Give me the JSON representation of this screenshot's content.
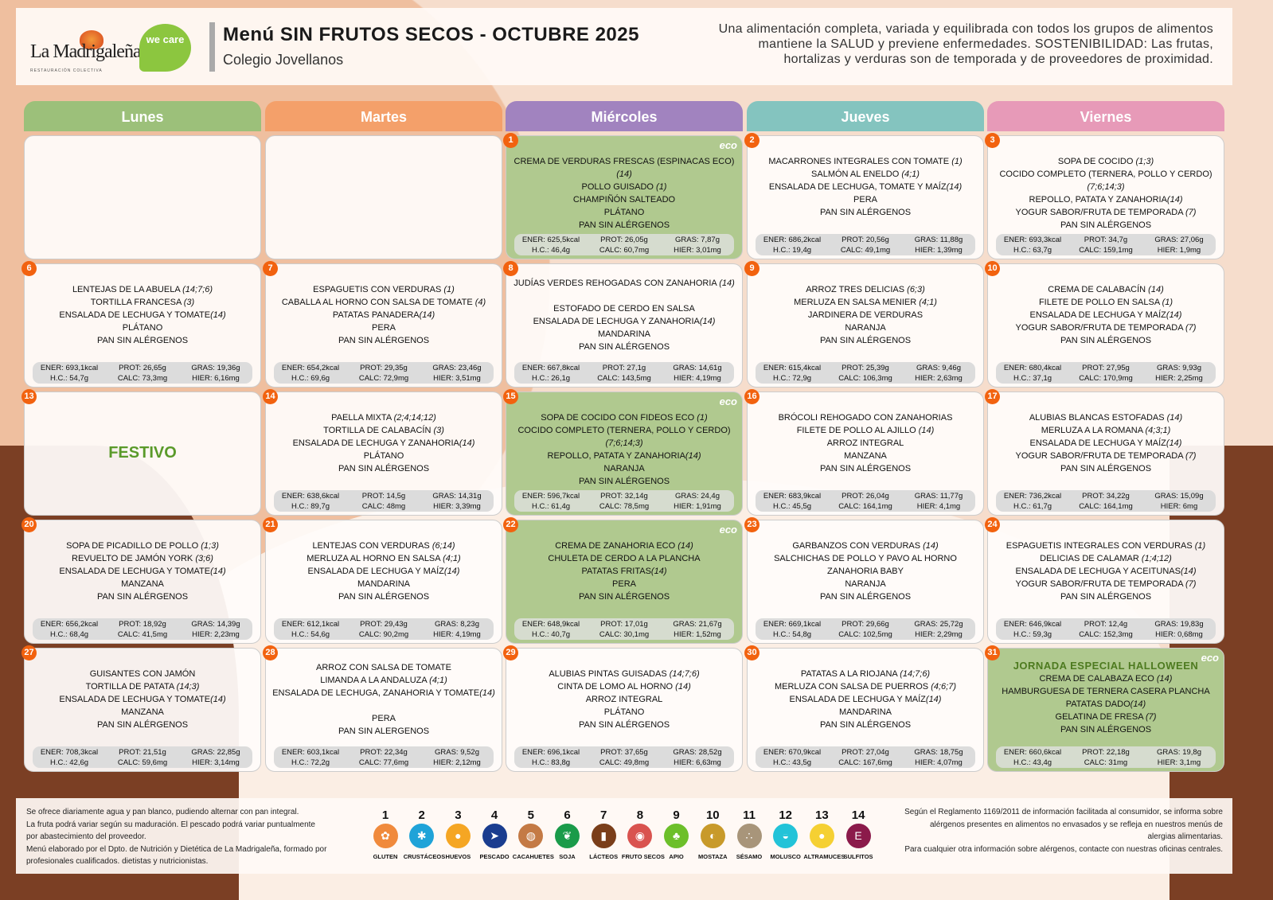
{
  "header": {
    "logo": "La Madrigaleña",
    "logo_sub": "RESTAURACIÓN COLECTIVA",
    "wecare": "we care",
    "title": "Menú SIN FRUTOS SECOS - OCTUBRE 2025",
    "subtitle": "Colegio Jovellanos",
    "slogan": "Una alimentación completa, variada y equilibrada con todos los grupos de alimentos mantiene la SALUD y previene enfermedades. SOSTENIBILIDAD: Las frutas, hortalizas y verduras son de temporada y de proveedores de proximidad."
  },
  "days": [
    {
      "label": "Lunes",
      "color": "#9cc07a"
    },
    {
      "label": "Martes",
      "color": "#f4a06a"
    },
    {
      "label": "Miércoles",
      "color": "#a183bf"
    },
    {
      "label": "Jueves",
      "color": "#84c4bf"
    },
    {
      "label": "Viernes",
      "color": "#e79ab8"
    }
  ],
  "eco_label": "eco",
  "nut_labels": [
    "ENER: ",
    "PROT: ",
    "GRAS: ",
    "H.C.: ",
    "CALC: ",
    "HIER: "
  ],
  "weeks": [
    [
      {
        "empty": true
      },
      {
        "empty": true
      },
      {
        "day": "1",
        "green": true,
        "eco": true,
        "lines": [
          [
            "CREMA DE VERDURAS FRESCAS (ESPINACAS ECO) ",
            "(14)"
          ],
          [
            "POLLO GUISADO ",
            "(1)"
          ],
          [
            "CHAMPIÑÓN SALTEADO",
            ""
          ],
          [
            "PLÁTANO",
            ""
          ],
          [
            "PAN SIN ALÉRGENOS",
            ""
          ]
        ],
        "nut": [
          "625,5kcal",
          "26,05g",
          "7,87g",
          "46,4g",
          "60,7mg",
          "3,01mg"
        ]
      },
      {
        "day": "2",
        "lines": [
          [
            "MACARRONES INTEGRALES CON TOMATE ",
            "(1)"
          ],
          [
            "SALMÓN AL ENELDO ",
            "(4;1)"
          ],
          [
            "ENSALADA DE LECHUGA, TOMATE Y MAÍZ",
            "(14)"
          ],
          [
            "PERA",
            ""
          ],
          [
            "PAN SIN ALÉRGENOS",
            ""
          ]
        ],
        "nut": [
          "686,2kcal",
          "20,56g",
          "11,88g",
          "19,4g",
          "49,1mg",
          "1,39mg"
        ]
      },
      {
        "day": "3",
        "lines": [
          [
            "SOPA DE COCIDO ",
            "(1;3)"
          ],
          [
            "COCIDO COMPLETO (TERNERA, POLLO Y CERDO) ",
            "(7;6;14;3)"
          ],
          [
            "REPOLLO, PATATA Y ZANAHORIA",
            "(14)"
          ],
          [
            "YOGUR SABOR/FRUTA DE TEMPORADA ",
            "(7)"
          ],
          [
            "PAN SIN ALÉRGENOS",
            ""
          ]
        ],
        "nut": [
          "693,3kcal",
          "34,7g",
          "27,06g",
          "63,7g",
          "159,1mg",
          "1,9mg"
        ]
      }
    ],
    [
      {
        "day": "6",
        "lines": [
          [
            "LENTEJAS DE LA ABUELA ",
            "(14;7;6)"
          ],
          [
            "TORTILLA FRANCESA ",
            "(3)"
          ],
          [
            "ENSALADA DE LECHUGA Y TOMATE",
            "(14)"
          ],
          [
            "PLÁTANO",
            ""
          ],
          [
            "PAN SIN ALÉRGENOS",
            ""
          ]
        ],
        "nut": [
          "693,1kcal",
          "26,65g",
          "19,36g",
          "54,7g",
          "73,3mg",
          "6,16mg"
        ]
      },
      {
        "day": "7",
        "lines": [
          [
            "ESPAGUETIS CON VERDURAS ",
            "(1)"
          ],
          [
            "CABALLA AL HORNO CON SALSA DE TOMATE ",
            "(4)"
          ],
          [
            "PATATAS PANADERA",
            "(14)"
          ],
          [
            "PERA",
            ""
          ],
          [
            "PAN SIN ALÉRGENOS",
            ""
          ]
        ],
        "nut": [
          "654,2kcal",
          "29,35g",
          "23,46g",
          "69,6g",
          "72,9mg",
          "3,51mg"
        ]
      },
      {
        "day": "8",
        "lines": [
          [
            "JUDÍAS VERDES REHOGADAS CON ZANAHORIA ",
            "(14)"
          ],
          [
            "",
            ""
          ],
          [
            "ESTOFADO DE CERDO EN SALSA",
            ""
          ],
          [
            "ENSALADA DE LECHUGA Y ZANAHORIA",
            "(14)"
          ],
          [
            "MANDARINA",
            ""
          ],
          [
            "PAN SIN ALÉRGENOS",
            ""
          ]
        ],
        "nut": [
          "667,8kcal",
          "27,1g",
          "14,61g",
          "26,1g",
          "143,5mg",
          "4,19mg"
        ]
      },
      {
        "day": "9",
        "lines": [
          [
            "ARROZ TRES DELICIAS ",
            "(6;3)"
          ],
          [
            "MERLUZA EN SALSA MENIER ",
            "(4;1)"
          ],
          [
            "JARDINERA DE VERDURAS",
            ""
          ],
          [
            "NARANJA",
            ""
          ],
          [
            "PAN SIN ALÉRGENOS",
            ""
          ]
        ],
        "nut": [
          "615,4kcal",
          "25,39g",
          "9,46g",
          "72,9g",
          "106,3mg",
          "2,63mg"
        ]
      },
      {
        "day": "10",
        "lines": [
          [
            "CREMA DE CALABACÍN ",
            "(14)"
          ],
          [
            "FILETE DE POLLO EN SALSA ",
            "(1)"
          ],
          [
            "ENSALADA DE LECHUGA Y MAÍZ",
            "(14)"
          ],
          [
            "YOGUR SABOR/FRUTA DE TEMPORADA ",
            "(7)"
          ],
          [
            "PAN SIN ALÉRGENOS",
            ""
          ]
        ],
        "nut": [
          "680,4kcal",
          "27,95g",
          "9,93g",
          "37,1g",
          "170,9mg",
          "2,25mg"
        ]
      }
    ],
    [
      {
        "day": "13",
        "festivo": "FESTIVO"
      },
      {
        "day": "14",
        "lines": [
          [
            "PAELLA MIXTA ",
            "(2;4;14;12)"
          ],
          [
            "TORTILLA DE CALABACÍN ",
            "(3)"
          ],
          [
            "ENSALADA DE LECHUGA Y ZANAHORIA",
            "(14)"
          ],
          [
            "PLÁTANO",
            ""
          ],
          [
            "PAN SIN ALÉRGENOS",
            ""
          ]
        ],
        "nut": [
          "638,6kcal",
          "14,5g",
          "14,31g",
          "89,7g",
          "48mg",
          "3,39mg"
        ]
      },
      {
        "day": "15",
        "green": true,
        "eco": true,
        "lines": [
          [
            "SOPA DE COCIDO CON FIDEOS ECO ",
            "(1)"
          ],
          [
            "COCIDO COMPLETO (TERNERA, POLLO Y CERDO) ",
            "(7;6;14;3)"
          ],
          [
            "REPOLLO, PATATA Y ZANAHORIA",
            "(14)"
          ],
          [
            "NARANJA",
            ""
          ],
          [
            "PAN SIN ALÉRGENOS",
            ""
          ]
        ],
        "nut": [
          "596,7kcal",
          "32,14g",
          "24,4g",
          "61,4g",
          "78,5mg",
          "1,91mg"
        ]
      },
      {
        "day": "16",
        "lines": [
          [
            "BRÓCOLI REHOGADO CON ZANAHORIAS",
            ""
          ],
          [
            "FILETE DE POLLO AL AJILLO ",
            "(14)"
          ],
          [
            "ARROZ INTEGRAL",
            ""
          ],
          [
            "MANZANA",
            ""
          ],
          [
            "PAN SIN ALÉRGENOS",
            ""
          ]
        ],
        "nut": [
          "683,9kcal",
          "26,04g",
          "11,77g",
          "45,5g",
          "164,1mg",
          "4,1mg"
        ]
      },
      {
        "day": "17",
        "lines": [
          [
            "ALUBIAS BLANCAS ESTOFADAS ",
            "(14)"
          ],
          [
            "MERLUZA A LA ROMANA ",
            "(4;3;1)"
          ],
          [
            "ENSALADA DE LECHUGA Y MAÍZ",
            "(14)"
          ],
          [
            "YOGUR SABOR/FRUTA DE TEMPORADA ",
            "(7)"
          ],
          [
            "PAN SIN ALÉRGENOS",
            ""
          ]
        ],
        "nut": [
          "736,2kcal",
          "34,22g",
          "15,09g",
          "61,7g",
          "164,1mg",
          "6mg"
        ]
      }
    ],
    [
      {
        "day": "20",
        "lines": [
          [
            "SOPA DE PICADILLO DE POLLO ",
            "(1;3)"
          ],
          [
            "REVUELTO DE JAMÓN YORK ",
            "(3;6)"
          ],
          [
            "ENSALADA DE LECHUGA Y TOMATE",
            "(14)"
          ],
          [
            "MANZANA",
            ""
          ],
          [
            "PAN SIN ALÉRGENOS",
            ""
          ]
        ],
        "nut": [
          "656,2kcal",
          "18,92g",
          "14,39g",
          "68,4g",
          "41,5mg",
          "2,23mg"
        ]
      },
      {
        "day": "21",
        "lines": [
          [
            "LENTEJAS CON VERDURAS ",
            "(6;14)"
          ],
          [
            "MERLUZA AL HORNO EN SALSA ",
            "(4;1)"
          ],
          [
            "ENSALADA DE LECHUGA Y MAÍZ",
            "(14)"
          ],
          [
            "MANDARINA",
            ""
          ],
          [
            "PAN SIN ALÉRGENOS",
            ""
          ]
        ],
        "nut": [
          "612,1kcal",
          "29,43g",
          "8,23g",
          "54,6g",
          "90,2mg",
          "4,19mg"
        ]
      },
      {
        "day": "22",
        "green": true,
        "eco": true,
        "lines": [
          [
            "CREMA DE ZANAHORIA ECO ",
            "(14)"
          ],
          [
            "CHULETA DE CERDO A LA PLANCHA",
            ""
          ],
          [
            "PATATAS FRITAS",
            "(14)"
          ],
          [
            "PERA",
            ""
          ],
          [
            "PAN SIN ALÉRGENOS",
            ""
          ]
        ],
        "nut": [
          "648,9kcal",
          "17,01g",
          "21,67g",
          "40,7g",
          "30,1mg",
          "1,52mg"
        ]
      },
      {
        "day": "23",
        "lines": [
          [
            "GARBANZOS CON VERDURAS ",
            "(14)"
          ],
          [
            "SALCHICHAS DE POLLO Y PAVO AL HORNO",
            ""
          ],
          [
            "ZANAHORIA BABY",
            ""
          ],
          [
            "NARANJA",
            ""
          ],
          [
            "PAN SIN ALÉRGENOS",
            ""
          ]
        ],
        "nut": [
          "669,1kcal",
          "29,66g",
          "25,72g",
          "54,8g",
          "102,5mg",
          "2,29mg"
        ]
      },
      {
        "day": "24",
        "lines": [
          [
            "ESPAGUETIS INTEGRALES CON VERDURAS ",
            "(1)"
          ],
          [
            "DELICIAS DE CALAMAR ",
            "(1;4;12)"
          ],
          [
            "ENSALADA DE LECHUGA Y ACEITUNAS",
            "(14)"
          ],
          [
            "YOGUR SABOR/FRUTA DE TEMPORADA ",
            "(7)"
          ],
          [
            "PAN SIN ALÉRGENOS",
            ""
          ]
        ],
        "nut": [
          "646,9kcal",
          "12,4g",
          "19,83g",
          "59,3g",
          "152,3mg",
          "0,68mg"
        ]
      }
    ],
    [
      {
        "day": "27",
        "lines": [
          [
            "GUISANTES CON JAMÓN",
            ""
          ],
          [
            "TORTILLA DE PATATA ",
            "(14;3)"
          ],
          [
            "ENSALADA DE LECHUGA Y TOMATE",
            "(14)"
          ],
          [
            "MANZANA",
            ""
          ],
          [
            "PAN SIN ALÉRGENOS",
            ""
          ]
        ],
        "nut": [
          "708,3kcal",
          "21,51g",
          "22,85g",
          "42,6g",
          "59,6mg",
          "3,14mg"
        ]
      },
      {
        "day": "28",
        "lines": [
          [
            "ARROZ CON SALSA DE TOMATE",
            ""
          ],
          [
            "LIMANDA A LA ANDALUZA ",
            "(4;1)"
          ],
          [
            "ENSALADA DE LECHUGA, ZANAHORIA Y TOMATE",
            "(14)"
          ],
          [
            "",
            ""
          ],
          [
            "PERA",
            ""
          ],
          [
            "PAN SIN ALERGENOS",
            ""
          ]
        ],
        "nut": [
          "603,1kcal",
          "22,34g",
          "9,52g",
          "72,2g",
          "77,6mg",
          "2,12mg"
        ]
      },
      {
        "day": "29",
        "lines": [
          [
            "ALUBIAS PINTAS GUISADAS ",
            "(14;7;6)"
          ],
          [
            "CINTA DE LOMO AL HORNO ",
            "(14)"
          ],
          [
            "ARROZ INTEGRAL",
            ""
          ],
          [
            "PLÁTANO",
            ""
          ],
          [
            "PAN SIN ALÉRGENOS",
            ""
          ]
        ],
        "nut": [
          "696,1kcal",
          "37,65g",
          "28,52g",
          "83,8g",
          "49,8mg",
          "6,63mg"
        ]
      },
      {
        "day": "30",
        "lines": [
          [
            "PATATAS A LA RIOJANA ",
            "(14;7;6)"
          ],
          [
            "MERLUZA CON SALSA DE PUERROS ",
            "(4;6;7)"
          ],
          [
            "ENSALADA DE LECHUGA Y MAÍZ",
            "(14)"
          ],
          [
            "MANDARINA",
            ""
          ],
          [
            "PAN SIN ALÉRGENOS",
            ""
          ]
        ],
        "nut": [
          "670,9kcal",
          "27,04g",
          "18,75g",
          "43,5g",
          "167,6mg",
          "4,07mg"
        ]
      },
      {
        "day": "31",
        "green": true,
        "eco": true,
        "special": "JORNADA ESPECIAL HALLOWEEN",
        "lines": [
          [
            "CREMA DE CALABAZA ECO ",
            "(14)"
          ],
          [
            "HAMBURGUESA DE TERNERA CASERA PLANCHA",
            ""
          ],
          [
            "PATATAS DADO",
            "(14)"
          ],
          [
            "GELATINA DE FRESA ",
            "(7)"
          ],
          [
            "PAN SIN ALÉRGENOS",
            ""
          ]
        ],
        "nut": [
          "660,6kcal",
          "22,18g",
          "19,8g",
          "43,4g",
          "31mg",
          "3,1mg"
        ]
      }
    ]
  ],
  "footer": {
    "left": [
      "Se ofrece diariamente agua y pan blanco, pudiendo alternar con pan integral.",
      "La fruta podrá variar según su maduración. El pescado podrá variar puntualmente por abastecimiento del proveedor.",
      "Menú elaborado por el Dpto. de Nutrición y Dietética de La Madrigaleña, formado por profesionales cualificados. dietistas y nutricionistas."
    ],
    "right": [
      "Según el Reglamento 1169/2011 de información facilitada al consumidor, se informa sobre alérgenos presentes en alimentos no envasados y se refleja en nuestros menús de alergias alimentarias.",
      "Para cualquier otra información sobre alérgenos, contacte con nuestras oficinas centrales."
    ],
    "allergens": [
      {
        "n": "1",
        "label": "GLUTEN",
        "color": "#f08a3c",
        "icon": "wheat"
      },
      {
        "n": "2",
        "label": "CRUSTÁCEOS",
        "color": "#1fa3d8",
        "icon": "crab"
      },
      {
        "n": "3",
        "label": "HUEVOS",
        "color": "#f5a623",
        "icon": "eggs"
      },
      {
        "n": "4",
        "label": "PESCADO",
        "color": "#1a3d8f",
        "icon": "fish"
      },
      {
        "n": "5",
        "label": "CACAHUETES",
        "color": "#c47a45",
        "icon": "peanut"
      },
      {
        "n": "6",
        "label": "SOJA",
        "color": "#1a9b4a",
        "icon": "soy"
      },
      {
        "n": "7",
        "label": "LÁCTEOS",
        "color": "#7a3e1a",
        "icon": "milk"
      },
      {
        "n": "8",
        "label": "FRUTO SECOS",
        "color": "#d9534f",
        "icon": "nut"
      },
      {
        "n": "9",
        "label": "APIO",
        "color": "#6cbf2a",
        "icon": "celery"
      },
      {
        "n": "10",
        "label": "MOSTAZA",
        "color": "#c89a2a",
        "icon": "mustard"
      },
      {
        "n": "11",
        "label": "SÉSAMO",
        "color": "#a8957a",
        "icon": "sesame"
      },
      {
        "n": "12",
        "label": "MOLUSCO",
        "color": "#22c3d8",
        "icon": "shell"
      },
      {
        "n": "13",
        "label": "ALTRAMUCES",
        "color": "#f5d033",
        "icon": "lupin"
      },
      {
        "n": "14",
        "label": "SULFITOS",
        "color": "#8b1a4a",
        "icon": "sulphites"
      }
    ]
  }
}
